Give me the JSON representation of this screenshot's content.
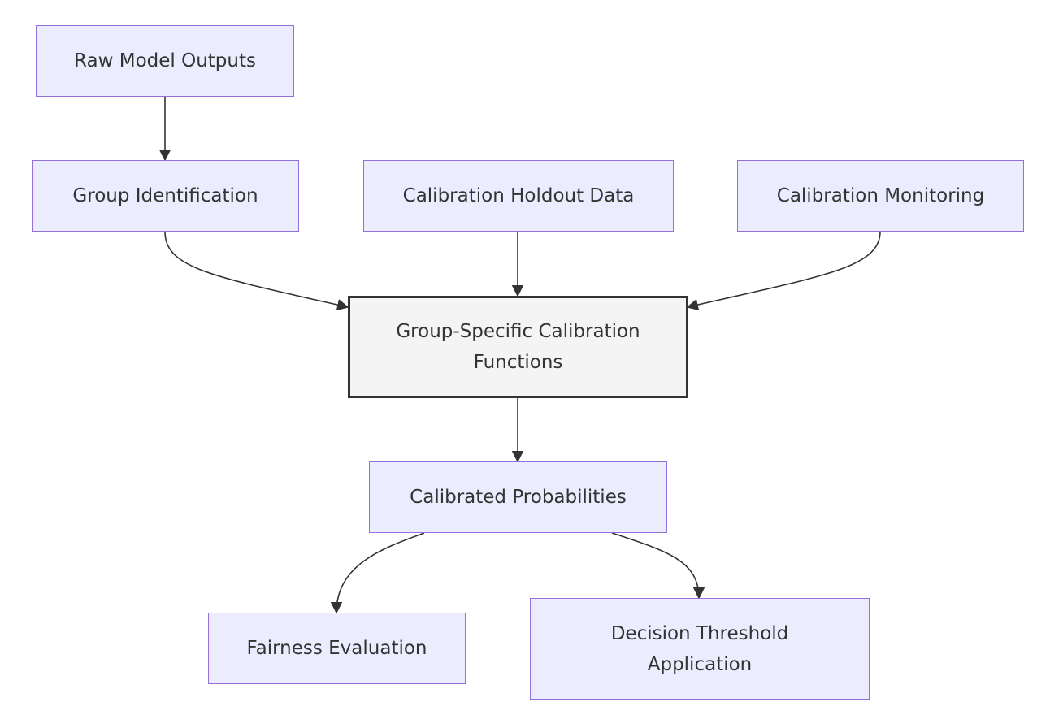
{
  "diagram": {
    "nodes": {
      "raw_outputs": "Raw Model Outputs",
      "group_identification": "Group Identification",
      "holdout_data": "Calibration Holdout Data",
      "monitoring": "Calibration Monitoring",
      "group_calibration_line1": "Group-Specific Calibration",
      "group_calibration_line2": "Functions",
      "calibrated_probabilities": "Calibrated Probabilities",
      "fairness_evaluation": "Fairness Evaluation",
      "decision_threshold_line1": "Decision Threshold",
      "decision_threshold_line2": "Application"
    },
    "edges": [
      {
        "from": "Raw Model Outputs",
        "to": "Group Identification"
      },
      {
        "from": "Group Identification",
        "to": "Group-Specific Calibration Functions"
      },
      {
        "from": "Calibration Holdout Data",
        "to": "Group-Specific Calibration Functions"
      },
      {
        "from": "Calibration Monitoring",
        "to": "Group-Specific Calibration Functions"
      },
      {
        "from": "Group-Specific Calibration Functions",
        "to": "Calibrated Probabilities"
      },
      {
        "from": "Calibrated Probabilities",
        "to": "Fairness Evaluation"
      },
      {
        "from": "Calibrated Probabilities",
        "to": "Decision Threshold Application"
      }
    ],
    "colors": {
      "node_fill": "#ECECFF",
      "node_border": "#9370DB",
      "central_fill": "#f4f4f4",
      "central_border": "#333333",
      "edge": "#333333",
      "text": "#333333"
    }
  }
}
